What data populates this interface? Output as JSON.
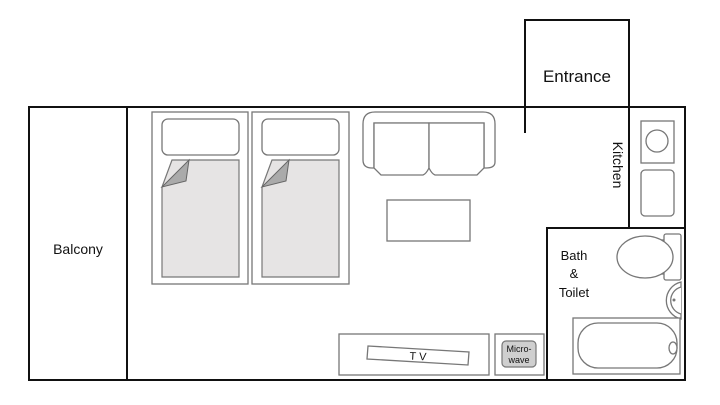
{
  "rooms": {
    "entrance": "Entrance",
    "balcony": "Balcony",
    "kitchen": "Kitchen",
    "bath_line1": "Bath",
    "bath_line2": "&",
    "bath_line3": "Toilet"
  },
  "furniture": {
    "tv": "T V",
    "microwave_line1": "Micro-",
    "microwave_line2": "wave"
  },
  "colors": {
    "wall": "#111111",
    "furniture_stroke": "#777777",
    "sheet_fill": "#e6e4e4",
    "microwave_fill": "#cfcfcf"
  }
}
